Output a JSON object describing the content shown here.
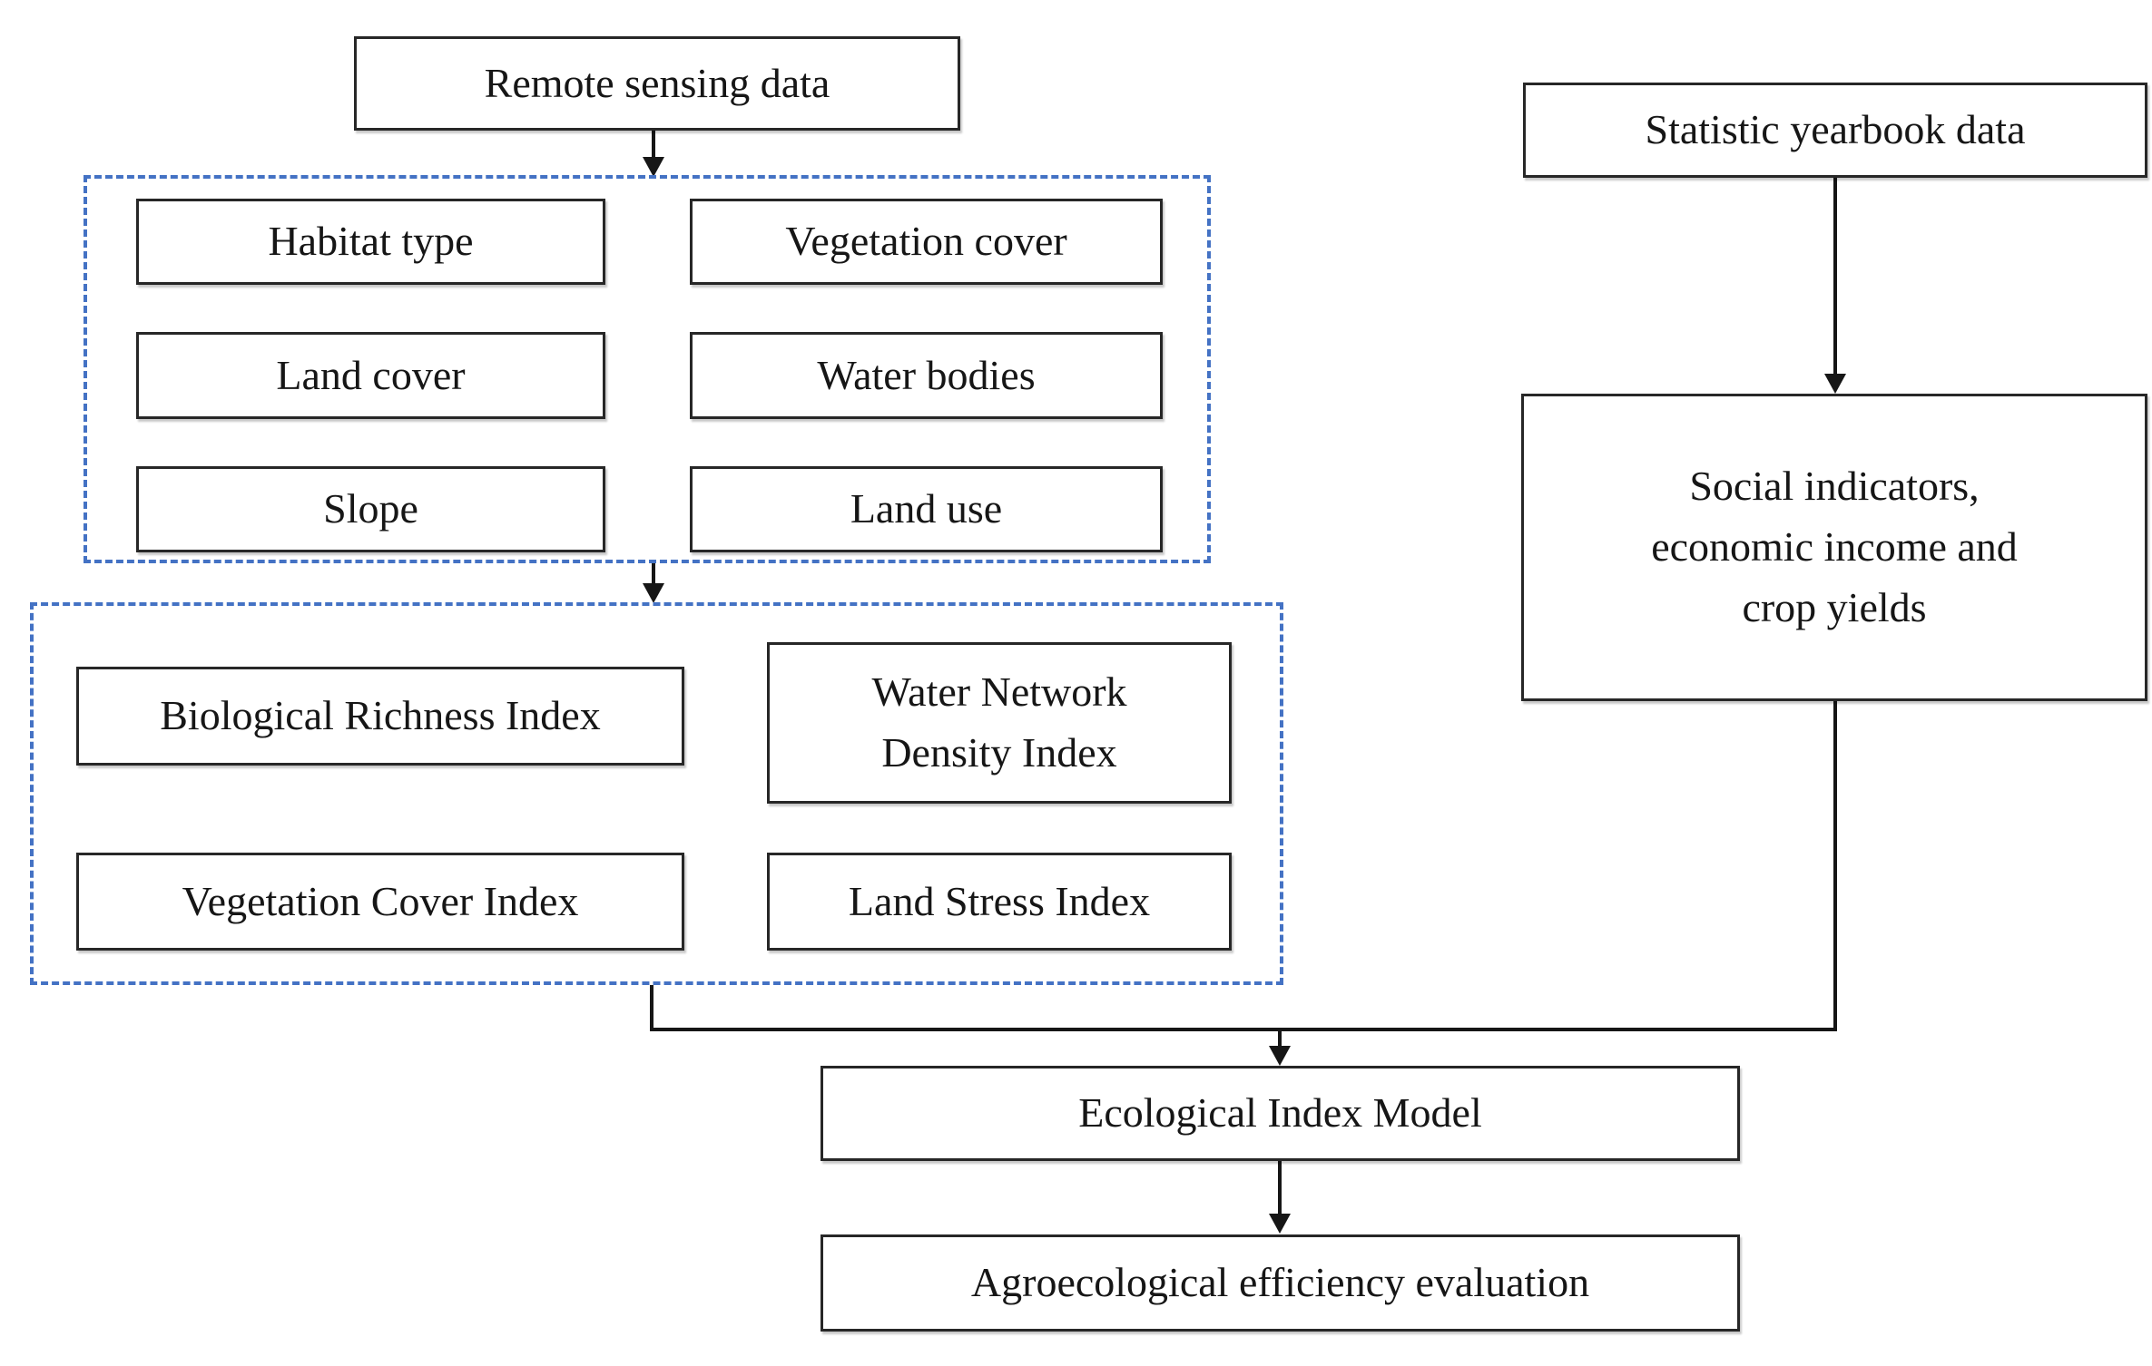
{
  "colors": {
    "box_border": "#272727",
    "dashed_group_border": "#4472C4",
    "arrow": "#161616",
    "background": "#ffffff",
    "text": "#161616"
  },
  "nodes": {
    "remote_sensing_data": "Remote sensing data",
    "statistic_yearbook_data": "Statistic yearbook data",
    "habitat_type": "Habitat type",
    "vegetation_cover": "Vegetation cover",
    "land_cover": "Land cover",
    "water_bodies": "Water bodies",
    "slope": "Slope",
    "land_use": "Land use",
    "biological_richness_index": "Biological Richness Index",
    "water_network_density_index_lines": [
      "Water Network",
      "Density Index"
    ],
    "vegetation_cover_index": "Vegetation Cover Index",
    "land_stress_index": "Land Stress Index",
    "social_indicators_lines": [
      "Social indicators,",
      "economic income and",
      "crop yields"
    ],
    "ecological_index_model": "Ecological Index Model",
    "agroecological_efficiency_evaluation": "Agroecological efficiency evaluation"
  },
  "groups": {
    "remote_sensing_layers": {
      "members": [
        "habitat_type",
        "vegetation_cover",
        "land_cover",
        "water_bodies",
        "slope",
        "land_use"
      ]
    },
    "ecological_indices": {
      "members": [
        "biological_richness_index",
        "water_network_density_index",
        "vegetation_cover_index",
        "land_stress_index"
      ]
    }
  },
  "edges": [
    {
      "from": "remote_sensing_data",
      "to": "remote_sensing_layers",
      "type": "arrow"
    },
    {
      "from": "remote_sensing_layers",
      "to": "ecological_indices",
      "type": "arrow"
    },
    {
      "from": "statistic_yearbook_data",
      "to": "social_indicators",
      "type": "arrow"
    },
    {
      "from": "ecological_indices",
      "to": "ecological_index_model",
      "type": "arrow"
    },
    {
      "from": "social_indicators",
      "to": "ecological_index_model",
      "type": "arrow"
    },
    {
      "from": "ecological_index_model",
      "to": "agroecological_efficiency_evaluation",
      "type": "arrow"
    }
  ]
}
